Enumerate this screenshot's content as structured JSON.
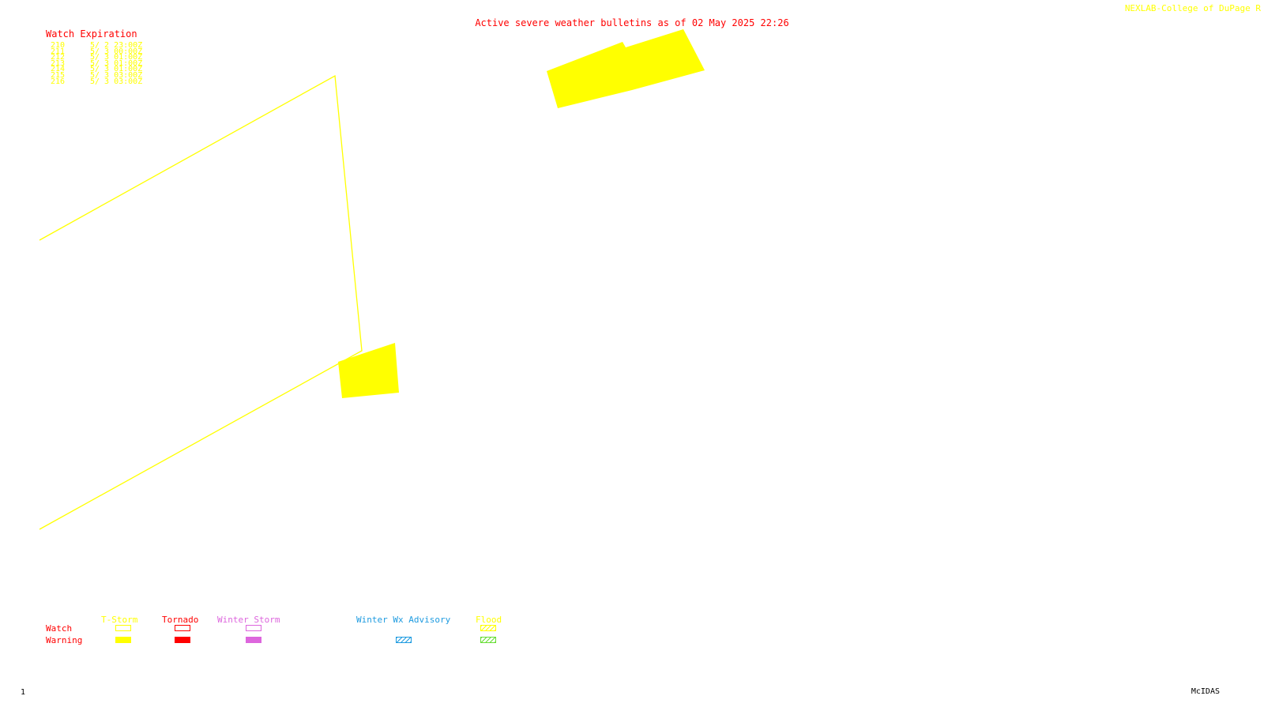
{
  "header": {
    "credit": "NEXLAB-College of DuPage R",
    "title": "Active severe weather bulletins as of 02 May 2025 22:26"
  },
  "watch_panel": {
    "heading": "Watch Expiration",
    "watches": [
      {
        "number": "210",
        "expires": "5/ 2 23:00Z"
      },
      {
        "number": "211",
        "expires": "5/ 3 00:00Z"
      },
      {
        "number": "212",
        "expires": "5/ 3 01:00Z"
      },
      {
        "number": "213",
        "expires": "5/ 3 01:00Z"
      },
      {
        "number": "214",
        "expires": "5/ 3 01:00Z"
      },
      {
        "number": "215",
        "expires": "5/ 3 03:00Z"
      },
      {
        "number": "216",
        "expires": "5/ 3 03:00Z"
      }
    ]
  },
  "legend": {
    "row_labels": {
      "watch": "Watch",
      "warning": "Warning"
    },
    "categories": [
      {
        "label": "T-Storm",
        "color": "#ffff00"
      },
      {
        "label": "Tornado",
        "color": "#ff0000"
      },
      {
        "label": "Winter Storm",
        "color": "#dd66dd"
      },
      {
        "label": "Winter Wx Advisory",
        "color": "#1e9be0"
      },
      {
        "label": "Flood",
        "color": "#ffff00",
        "warning_color": "#66dd33"
      }
    ]
  },
  "footer": {
    "frame": "1",
    "software": "McIDAS"
  },
  "map": {
    "watch_outline_color": "#ffff00",
    "warning_fill_color": "#ffff00"
  }
}
